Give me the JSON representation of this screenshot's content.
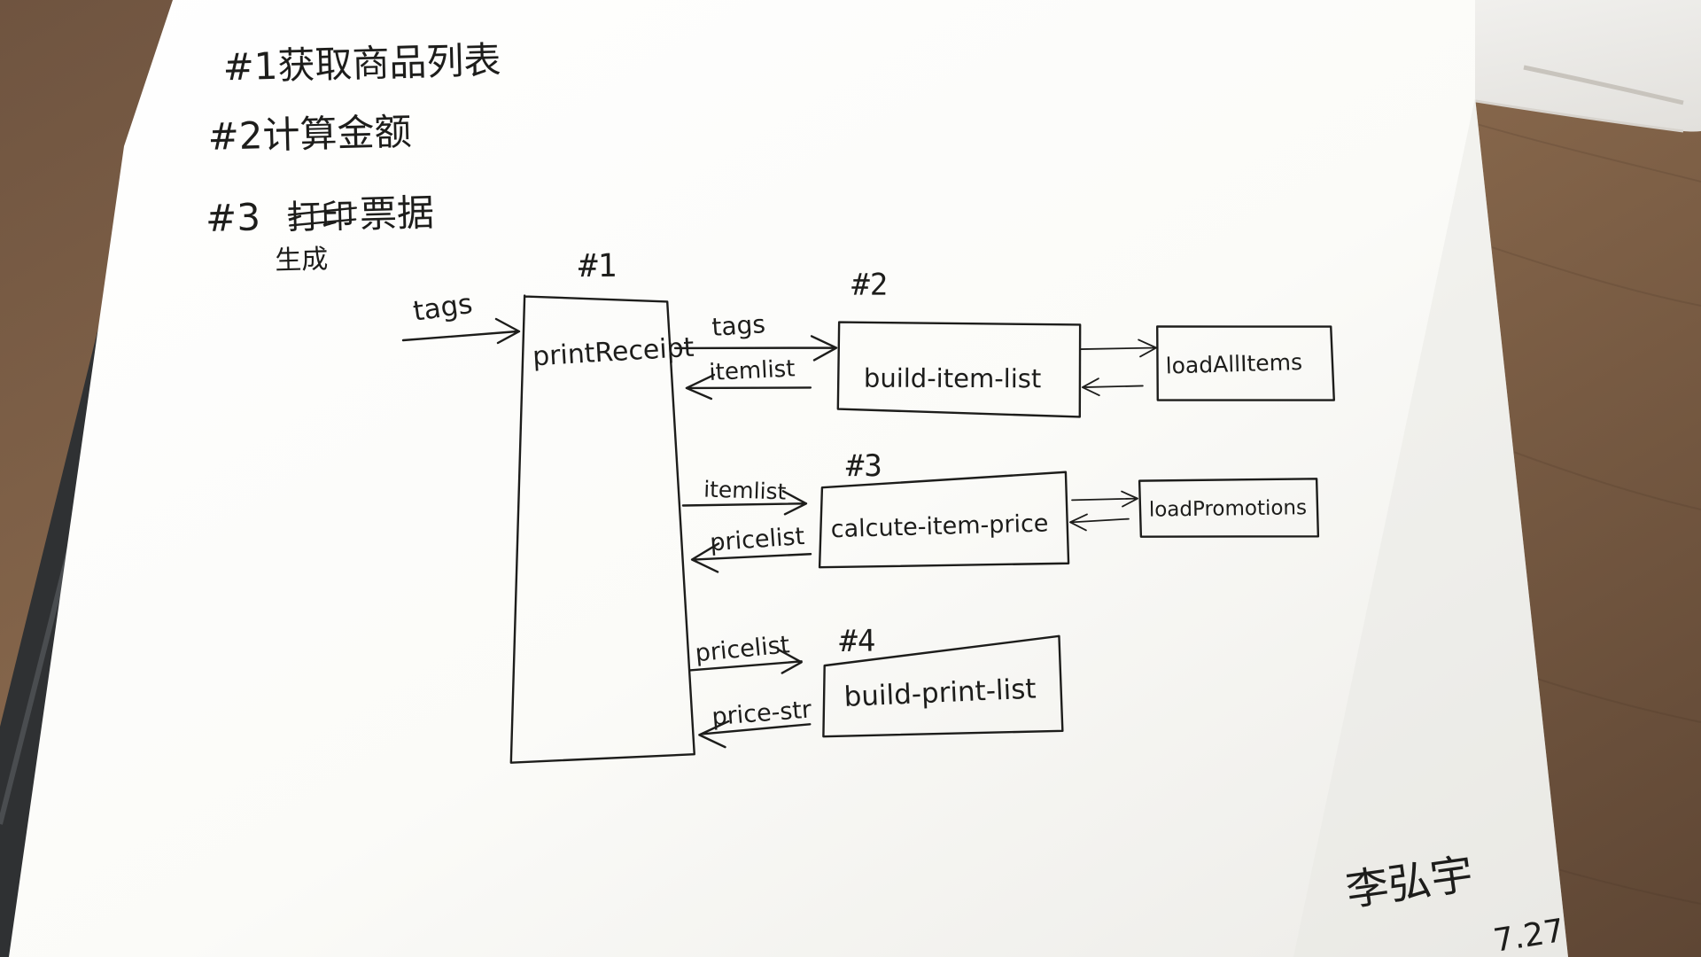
{
  "notes": {
    "step1": "#1获取商品列表",
    "step2": "#2计算金额",
    "step3_prefix": "#3 ",
    "step3_struck": "打印",
    "step3_suffix": "票据",
    "step3_insert": "生成"
  },
  "diagram": {
    "main": {
      "label": "#1",
      "name": "printReceipt"
    },
    "input": "tags",
    "nodes": {
      "n2": {
        "label": "#2",
        "name": "build-item-list",
        "in_arrow": "tags",
        "out_arrow": "itemlist"
      },
      "n3": {
        "label": "#3",
        "name": "calcute-item-price",
        "in_arrow": "itemlist",
        "out_arrow": "pricelist"
      },
      "n4": {
        "label": "#4",
        "name": "build-print-list",
        "in_arrow": "pricelist",
        "out_arrow": "price-str"
      }
    },
    "deps": {
      "d1": "loadAllItems",
      "d2": "loadPromotions"
    }
  },
  "signature": {
    "name": "李弘宇",
    "date": "7.27"
  },
  "colors": {
    "ink": "#1d1d1b",
    "paper": "#fbfbf8",
    "desk": "#7b5f45",
    "notebook": "#2f3133",
    "laptop": "#f3f1ee"
  }
}
